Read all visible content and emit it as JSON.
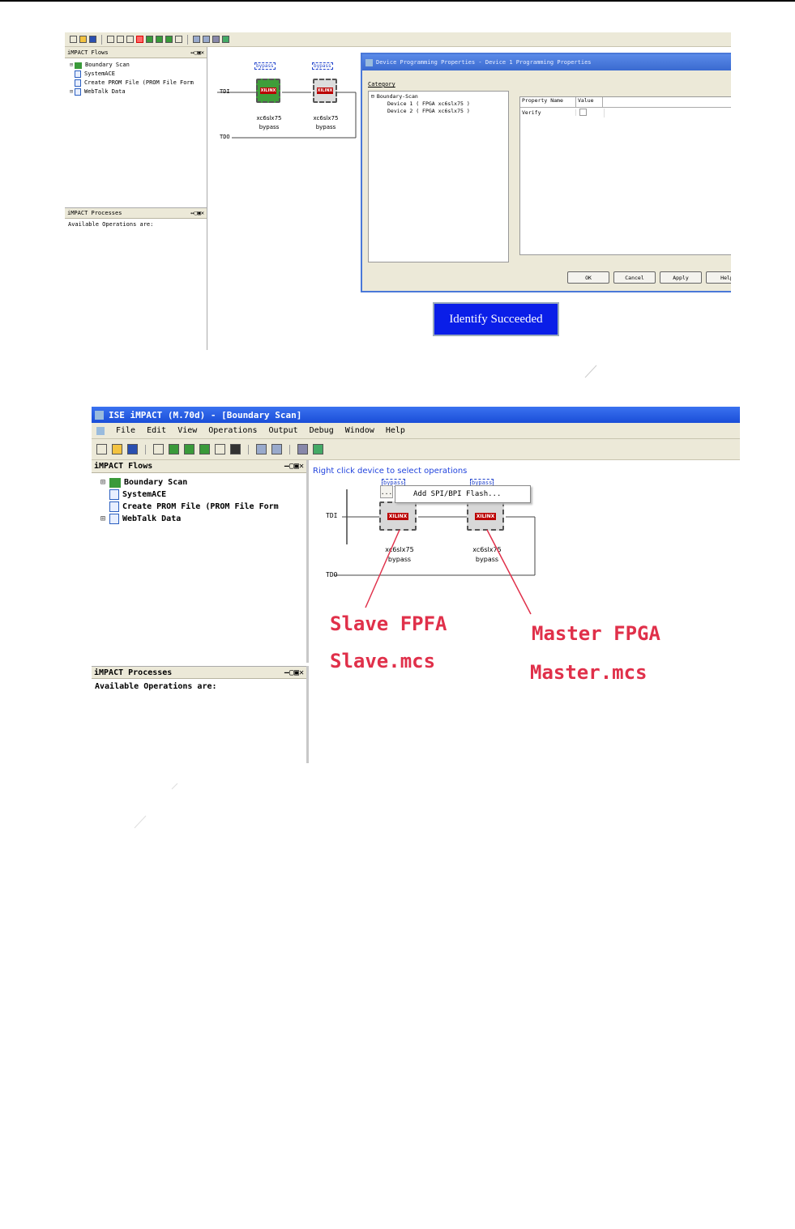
{
  "shot1": {
    "flows_panel": {
      "title": "iMPACT Flows",
      "controls": "↔▢▣✕",
      "items": [
        {
          "label": "Boundary Scan"
        },
        {
          "label": "SystemACE"
        },
        {
          "label": "Create PROM File (PROM File Form"
        },
        {
          "label": "WebTalk Data"
        }
      ]
    },
    "processes_panel": {
      "title": "iMPACT Processes",
      "controls": "↔▢▣✕",
      "text": "Available Operations are:"
    },
    "jtag": {
      "tdi": "TDI",
      "tdo": "TDO",
      "bypass_tag": "bypass",
      "devices": [
        {
          "part": "xc6slx75",
          "mode": "bypass",
          "file_tag": "bypass"
        },
        {
          "part": "xc6slx75",
          "mode": "bypass",
          "file_tag": "bypass"
        }
      ],
      "chip_logo": "XILINX"
    },
    "dialog": {
      "title": "Device Programming Properties - Device 1 Programming Properties",
      "category_label": "Category",
      "tree_root": "Boundary-Scan",
      "tree_items": [
        "Device 1 ( FPGA xc6slx75 )",
        "Device 2 ( FPGA xc6slx75 )"
      ],
      "col_name": "Property Name",
      "col_value": "Value",
      "row_name": "Verify",
      "buttons": {
        "ok": "OK",
        "cancel": "Cancel",
        "apply": "Apply",
        "help": "Help"
      }
    },
    "status": "Identify Succeeded"
  },
  "shot2": {
    "window_title": "ISE iMPACT (M.70d) - [Boundary Scan]",
    "menu": [
      "File",
      "Edit",
      "View",
      "Operations",
      "Output",
      "Debug",
      "Window",
      "Help"
    ],
    "flows_panel": {
      "title": "iMPACT Flows",
      "controls": "—▢▣✕",
      "items": [
        {
          "label": "Boundary Scan"
        },
        {
          "label": "SystemACE"
        },
        {
          "label": "Create PROM File (PROM File Form"
        },
        {
          "label": "WebTalk Data"
        }
      ]
    },
    "processes_panel": {
      "title": "iMPACT Processes",
      "controls": "—▢▣✕",
      "text": "Available Operations are:"
    },
    "hint": "Right click device to select operations",
    "context_menu": {
      "item": "Add SPI/BPI Flash...",
      "handle": "..."
    },
    "jtag": {
      "tdi": "TDI",
      "tdo": "TDO",
      "devices": [
        {
          "part": "xc6slx75",
          "mode": "bypass",
          "file_tag": "bypass"
        },
        {
          "part": "xc6slx75",
          "mode": "bypass",
          "file_tag": "bypass"
        }
      ],
      "chip_logo": "XILINX"
    },
    "annotations": {
      "slave_title": "Slave FPFA",
      "slave_file": "Slave.mcs",
      "master_title": "Master FPGA",
      "master_file": "Master.mcs"
    }
  },
  "colors": {
    "title_bar": "#1f5fe0",
    "status_bg": "#0a1ee8",
    "annotation": "#e0304a",
    "chip_selected": "#3f9e3a"
  }
}
